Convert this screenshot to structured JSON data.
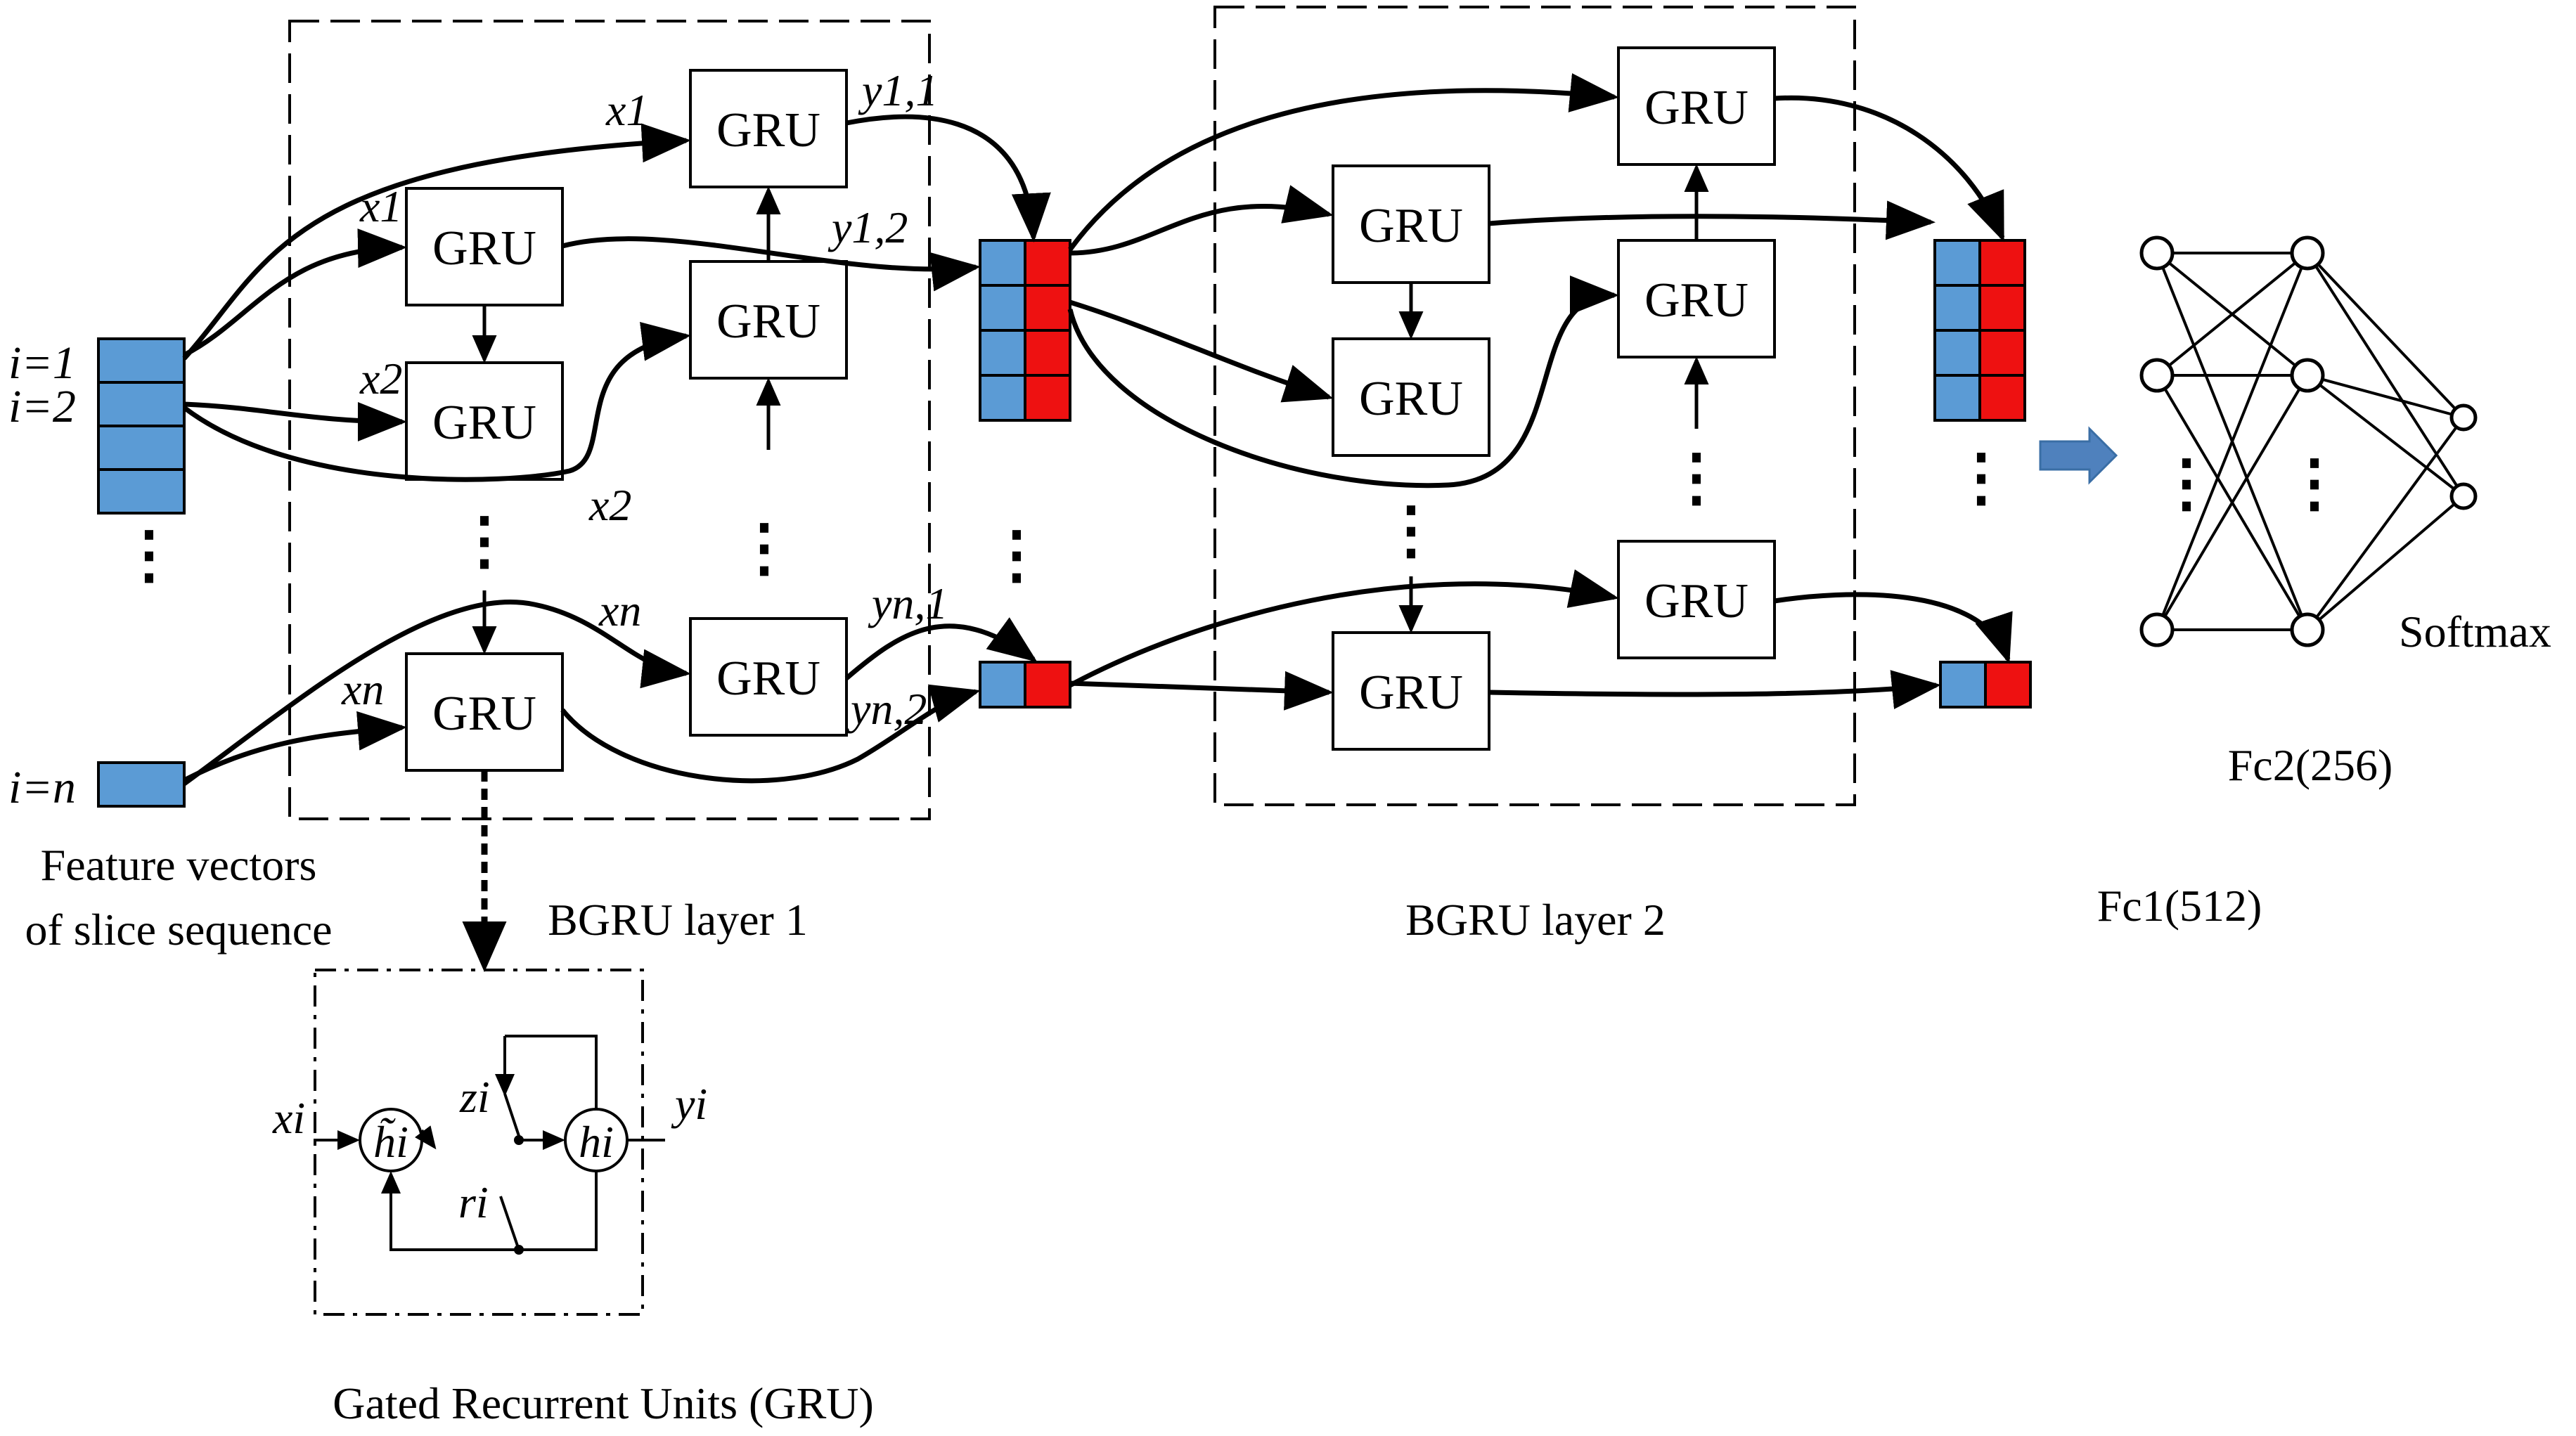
{
  "labels": {
    "gru": "GRU",
    "i1": "i=1",
    "i2": "i=2",
    "in": "i=n",
    "feature_line1": "Feature vectors",
    "feature_line2": "of slice sequence",
    "bgru1": "BGRU layer 1",
    "bgru2": "BGRU layer 2",
    "gru_caption": "Gated Recurrent Units (GRU)",
    "fc1": "Fc1(512)",
    "fc2": "Fc2(256)",
    "softmax": "Softmax",
    "vdots": "⋮"
  },
  "edge_labels": {
    "x1_top": "x1",
    "x1_mid": "x1",
    "x2_low": "x2",
    "x2_bot": "x2",
    "xn_top": "xn",
    "xn_bot": "xn",
    "y11": "y1,1",
    "y12": "y1,2",
    "yn1": "yn,1",
    "yn2": "yn,2"
  },
  "gru_detail": {
    "xi": "xi",
    "yi": "yi",
    "zi": "zi",
    "ri": "ri",
    "hi": "hi",
    "hi_tilde": "h̃i"
  },
  "colors": {
    "blue": "#5b9bd5",
    "red": "#ee1111",
    "arrow_blue": "#4f81bd",
    "stroke": "#000000"
  }
}
